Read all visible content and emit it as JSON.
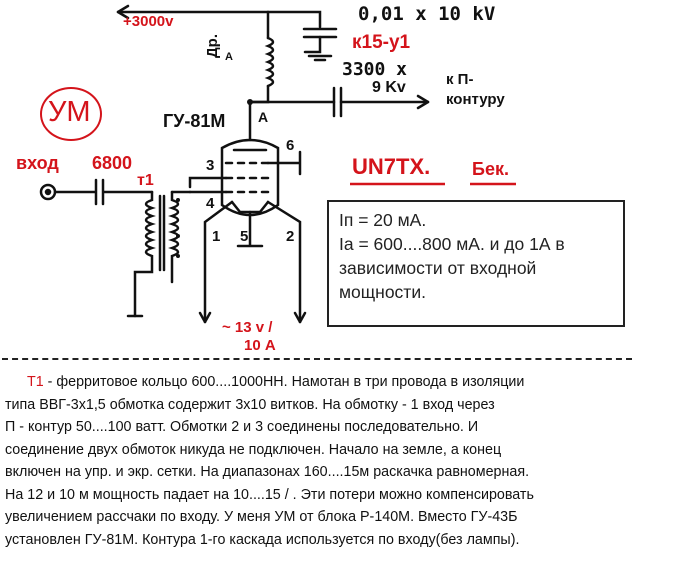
{
  "diagram": {
    "supply_label": "+3000v",
    "cap_top_value": "0,01 x 10 kV",
    "cap_top_type": "к15-у1",
    "cap_out_value": "3300 x",
    "cap_out_voltage": "9 Kv",
    "output_label_1": "к  П-",
    "output_label_2": "контуру",
    "choke_label": "Др.",
    "choke_sub": "А",
    "module_badge": "УМ",
    "tube_label": "ГУ-81М",
    "anode_label": "А",
    "pin_6": "6",
    "pin_3": "3",
    "pin_4": "4",
    "pin_1": "1",
    "pin_5": "5",
    "pin_2": "2",
    "input_label": "вход",
    "input_cap_value": "6800",
    "transformer_label": "т1",
    "callsign": "UN7TX.",
    "author": "Бек.",
    "filament_label_1": "~ 13 v /",
    "filament_label_2": "10 А"
  },
  "info_box": {
    "line_1": "Iп = 20 мА.",
    "line_2": "Iа = 600....800 мА. и до 1А в",
    "line_3": "зависимости от входной",
    "line_4": "мощности."
  },
  "notes": {
    "term": "Т1",
    "line_1": " - ферритовое кольцо  600....1000НН. Намотан в три провода в изоляции",
    "line_2": "типа ВВГ-3х1,5  обмотка содержит  3х10 витков. На обмотку - 1 вход через",
    "line_3": " П - контур  50....100 ватт. Обмотки 2 и 3 соединены последовательно.  И",
    "line_4": "соединение двух обмоток никуда не подключен. Начало на земле, а конец",
    "line_5": "включен на упр. и экр. сетки. На диапазонах 160....15м раскачка равномерная.",
    "line_6": "На 12 и 10 м мощность падает на 10....15 /  . Эти потери можно компенсировать",
    "line_7": "увеличением рассчаки по входу. У меня УМ от блока Р-140М. Вместо ГУ-43Б",
    "line_8": "установлен ГУ-81М. Контура 1-го каскада используется по входу(без лампы)."
  },
  "colors": {
    "accent_red": "#d4141b",
    "ink": "#111111"
  }
}
